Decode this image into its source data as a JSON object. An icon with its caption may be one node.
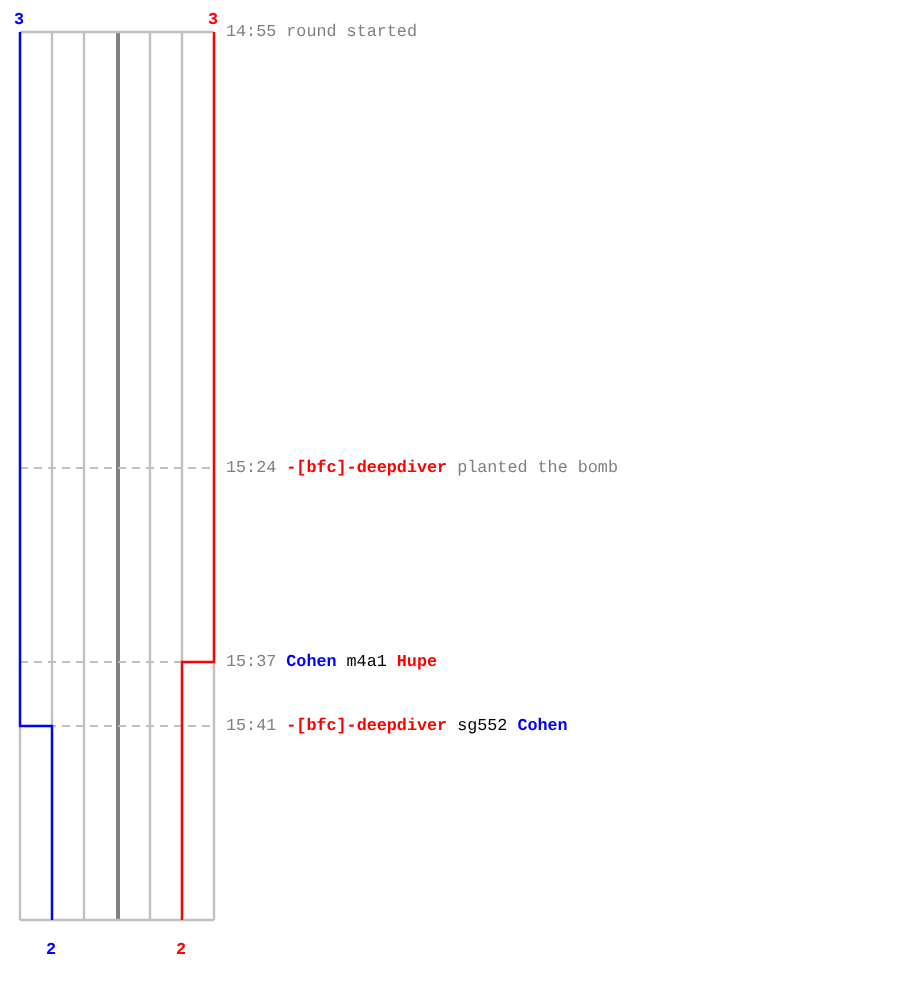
{
  "diagram": {
    "labels": [
      "3",
      "3",
      "14:55",
      "round started",
      "15:24",
      "-[bfc]-deepdiver",
      "planted the bomb",
      "15:37",
      "Cohen",
      "m4a1",
      "Hupe",
      "15:41",
      "-[bfc]-deepdiver",
      "sg552",
      "Cohen",
      "2",
      "2"
    ]
  }
}
